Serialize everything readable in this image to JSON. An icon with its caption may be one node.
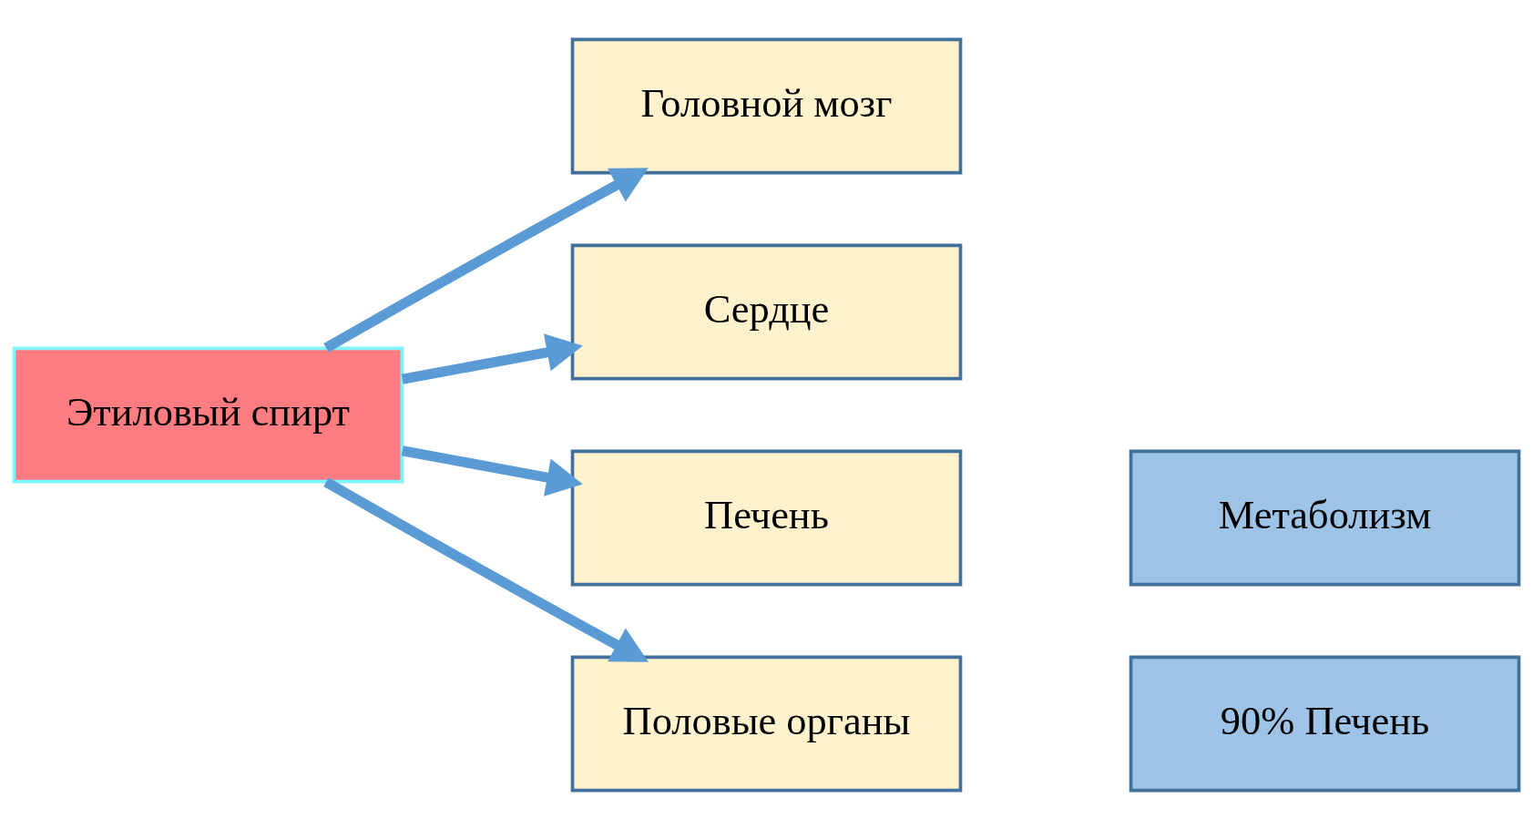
{
  "diagram": {
    "nodes": [
      {
        "text": [
          "Головной мозг"
        ]
      },
      {
        "text": [
          "Сердце"
        ]
      },
      {
        "text": [
          "Метаболизм"
        ]
      },
      {
        "text": [
          "Этиловый спирт"
        ]
      },
      {
        "text": [
          "90% Печень"
        ]
      },
      {
        "text": [
          "Печень"
        ]
      },
      {
        "text": [
          "Половые органы"
        ]
      }
    ],
    "edges": [
      {
        "from": 3,
        "to": 0,
        "arrow": "to"
      },
      {
        "from": 3,
        "to": 1,
        "arrow": "to"
      },
      {
        "from": 3,
        "to": 5,
        "arrow": "to"
      },
      {
        "from": 3,
        "to": 6,
        "arrow": "to"
      }
    ]
  }
}
